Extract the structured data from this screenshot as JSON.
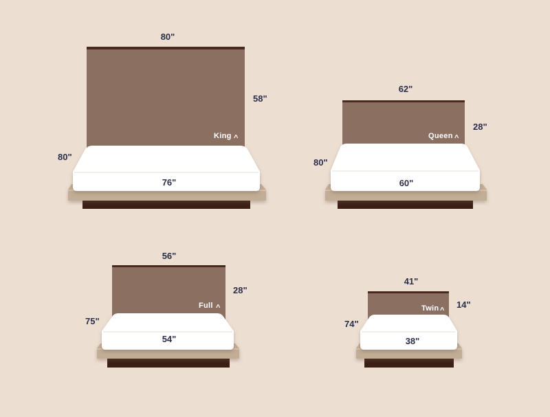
{
  "colors": {
    "background": "#ecdfd2",
    "headboard": "#8b7062",
    "headboard_top": "#4a2a1e",
    "mattress": "#ffffff",
    "frame": "#c2ad97",
    "base": "#3c1f14",
    "dimension_text": "#2b2e4a"
  },
  "icons": {
    "label_caret": "caret-up-icon"
  },
  "beds": [
    {
      "key": "king",
      "label": "King",
      "caret": "^",
      "headboard_width": "80\"",
      "headboard_height": "58\"",
      "length": "80\"",
      "mattress_width": "76\""
    },
    {
      "key": "queen",
      "label": "Queen",
      "caret": "^",
      "headboard_width": "62\"",
      "headboard_height": "28\"",
      "length": "80\"",
      "mattress_width": "60\""
    },
    {
      "key": "full",
      "label": "Full",
      "caret": "^",
      "headboard_width": "56\"",
      "headboard_height": "28\"",
      "length": "75\"",
      "mattress_width": "54\""
    },
    {
      "key": "twin",
      "label": "Twin",
      "caret": "^",
      "headboard_width": "41\"",
      "headboard_height": "14\"",
      "length": "74\"",
      "mattress_width": "38\""
    }
  ]
}
